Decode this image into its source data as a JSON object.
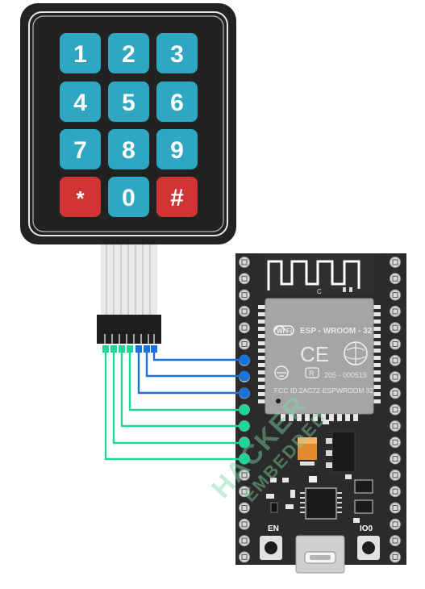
{
  "keypad": {
    "keys": [
      {
        "label": "1",
        "kind": "digit"
      },
      {
        "label": "2",
        "kind": "digit"
      },
      {
        "label": "3",
        "kind": "digit"
      },
      {
        "label": "4",
        "kind": "digit"
      },
      {
        "label": "5",
        "kind": "digit"
      },
      {
        "label": "6",
        "kind": "digit"
      },
      {
        "label": "7",
        "kind": "digit"
      },
      {
        "label": "8",
        "kind": "digit"
      },
      {
        "label": "9",
        "kind": "digit"
      },
      {
        "label": "*",
        "kind": "special"
      },
      {
        "label": "0",
        "kind": "digit"
      },
      {
        "label": "#",
        "kind": "special"
      }
    ],
    "digit_color": "#2fa6c2",
    "special_color": "#d03434",
    "body_color": "#222222"
  },
  "board": {
    "module_line1": "ESP - WROOM - 32",
    "fcc_code": "205 - 000519",
    "fcc_id": "FCC ID:2AC7Z-ESPWROOM 32",
    "antenna_mark": "C",
    "wifi_text": "Wi Fi",
    "ce_mark": "CE",
    "r_mark": "R",
    "btn_en": "EN",
    "btn_io0": "IO0",
    "pcb_color": "#2b2b2b"
  },
  "watermark": {
    "line1": "HACKER",
    "line2": "EMBEDDED"
  },
  "colors": {
    "row_wire": "#1a73d9",
    "col_wire": "#1fd59a"
  }
}
